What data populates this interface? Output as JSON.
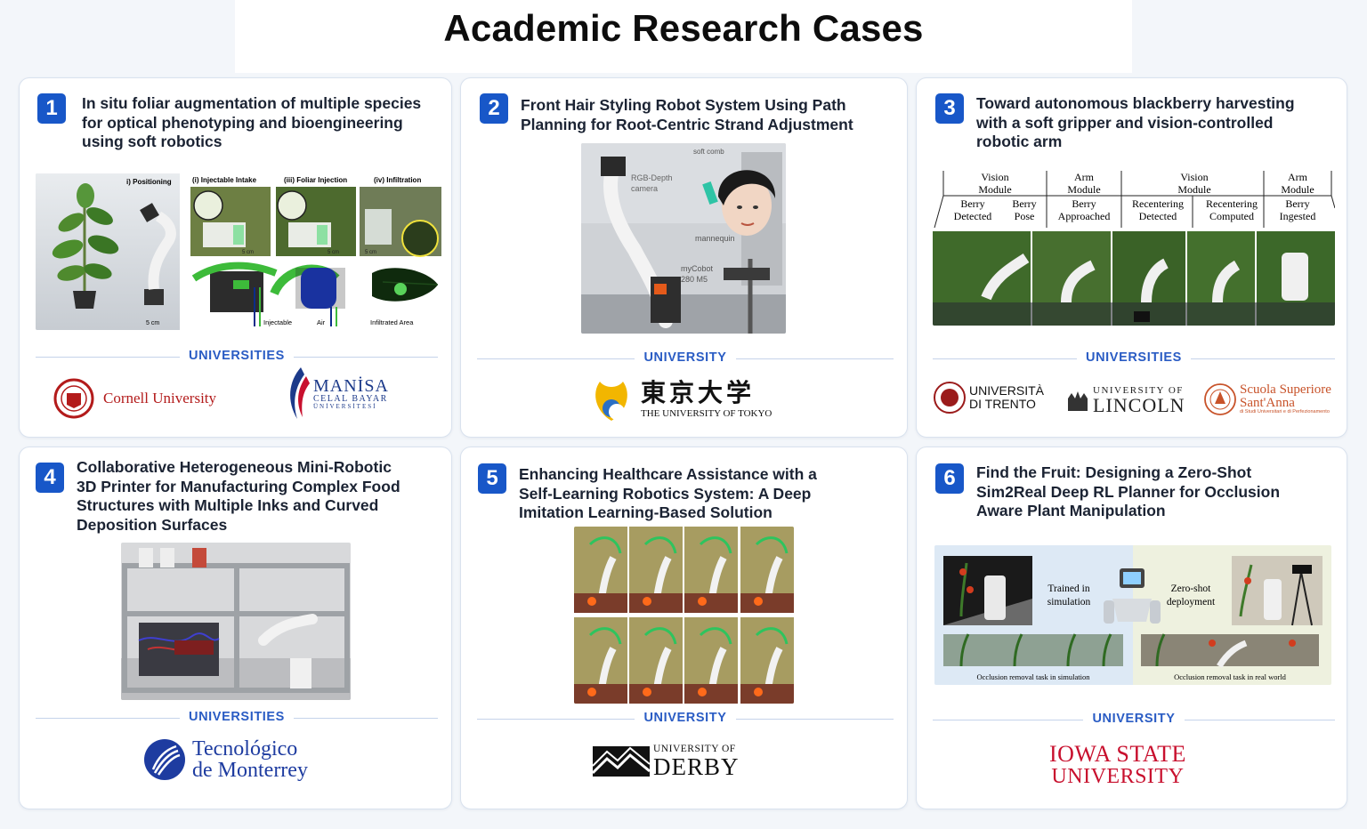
{
  "page": {
    "title": "Academic Research Cases"
  },
  "cards": [
    {
      "number": "1",
      "title_lines": [
        "In situ foliar augmentation of multiple species",
        "for optical phenotyping and bioengineering",
        "using soft robotics"
      ],
      "section_label": "UNIVERSITIES",
      "figure_labels": [
        "i) Positioning",
        "(i) Injectable Intake",
        "(iii) Foliar Injection",
        "(iv) Infiltration",
        "5 cm",
        "5 cm",
        "5 cm",
        "5 cm",
        "Injectable",
        "Air",
        "Infiltrated Area"
      ],
      "logos": [
        "Cornell University",
        "MANİSA",
        "CELAL BAYAR",
        "ÜNİVERSİTESİ"
      ]
    },
    {
      "number": "2",
      "title_lines": [
        "Front Hair Styling Robot System Using Path",
        "Planning for Root-Centric Strand Adjustment"
      ],
      "section_label": "UNIVERSITY",
      "figure_labels": [
        "soft comb",
        "RGB-Depth",
        "camera",
        "mannequin",
        "myCobot",
        "280 M5"
      ],
      "logos": [
        "東京大学",
        "THE UNIVERSITY OF TOKYO"
      ]
    },
    {
      "number": "3",
      "title_lines": [
        "Toward autonomous blackberry harvesting",
        "with a soft gripper and vision-controlled",
        "robotic arm"
      ],
      "section_label": "UNIVERSITIES",
      "figure_labels": [
        "Vision",
        "Module",
        "Arm",
        "Module",
        "Vision",
        "Module",
        "Arm",
        "Module",
        "Berry",
        "Detected",
        "Berry",
        "Pose",
        "Berry",
        "Approached",
        "Recentering",
        "Detected",
        "Recentering",
        "Computed",
        "Berry",
        "Ingested"
      ],
      "logos": [
        "UNIVERSITÀ",
        "DI TRENTO",
        "UNIVERSITY OF",
        "LINCOLN",
        "Scuola Superiore",
        "Sant'Anna",
        "di Studi Universitari e di Perfezionamento"
      ]
    },
    {
      "number": "4",
      "title_lines": [
        "Collaborative Heterogeneous Mini-Robotic",
        "3D Printer for Manufacturing Complex Food",
        "Structures with Multiple Inks and Curved",
        "Deposition Surfaces"
      ],
      "section_label": "UNIVERSITIES",
      "logos": [
        "Tecnológico",
        "de Monterrey"
      ]
    },
    {
      "number": "5",
      "title_lines": [
        "Enhancing Healthcare Assistance with a",
        "Self-Learning Robotics System: A Deep",
        "Imitation Learning-Based Solution"
      ],
      "section_label": "UNIVERSITY",
      "logos": [
        "UNIVERSITY OF",
        "DERBY"
      ]
    },
    {
      "number": "6",
      "title_lines": [
        "Find the Fruit: Designing a Zero-Shot",
        "Sim2Real Deep RL Planner for Occlusion",
        "Aware Plant Manipulation"
      ],
      "section_label": "UNIVERSITY",
      "figure_labels": [
        "Trained in",
        "simulation",
        "Zero-shot",
        "deployment",
        "Occlusion removal task in simulation",
        "Occlusion removal task in real world"
      ],
      "logos": [
        "IOWA STATE",
        "UNIVERSITY"
      ]
    }
  ],
  "colors": {
    "accent": "#1857c8",
    "section_label": "#2a5cc4",
    "cornell": "#b31b1b",
    "iowa": "#c8102e",
    "tokyo_gold": "#f2b600",
    "tokyo_blue": "#2a6fc4"
  }
}
